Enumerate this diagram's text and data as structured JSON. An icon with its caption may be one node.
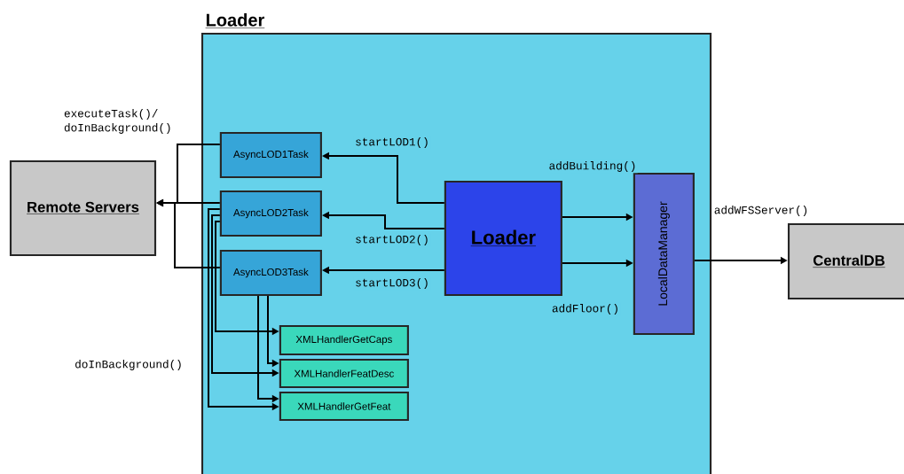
{
  "diagram": {
    "nodes": [
      {
        "text": [
          "Loader"
        ]
      },
      {
        "text": [
          "Remote Servers"
        ]
      },
      {
        "text": [
          "AsyncLOD1Task"
        ],
        "in": 0
      },
      {
        "text": [
          "AsyncLOD2Task"
        ],
        "in": 0
      },
      {
        "text": [
          "AsyncLOD3Task"
        ],
        "in": 0
      },
      {
        "text": [
          "Loader"
        ],
        "in": 0
      },
      {
        "text": [
          "LocalDataManager"
        ],
        "in": 0
      },
      {
        "text": [
          "XMLHandlerGetCaps"
        ],
        "in": 0
      },
      {
        "text": [
          "XMLHandlerFeatDesc"
        ],
        "in": 0
      },
      {
        "text": [
          "XMLHandlerGetFeat"
        ],
        "in": 0
      },
      {
        "text": [
          "CentralDB"
        ]
      }
    ],
    "edges": [
      {
        "from": 5,
        "to": 2,
        "arrow": "to",
        "label": "startLOD1()"
      },
      {
        "from": 5,
        "to": 3,
        "arrow": "to",
        "label": "startLOD2()"
      },
      {
        "from": 5,
        "to": 4,
        "arrow": "to",
        "label": "startLOD3()"
      },
      {
        "from": 2,
        "to": 1,
        "arrow": "to",
        "label": "executeTask()/ doInBackground()"
      },
      {
        "from": 3,
        "to": 1,
        "arrow": "to"
      },
      {
        "from": 4,
        "to": 1,
        "arrow": "to"
      },
      {
        "from": 3,
        "to": 7,
        "arrow": "to"
      },
      {
        "from": 3,
        "to": 8,
        "arrow": "to"
      },
      {
        "from": 3,
        "to": 9,
        "arrow": "to"
      },
      {
        "from": 4,
        "to": 8,
        "arrow": "to"
      },
      {
        "from": 4,
        "to": 9,
        "arrow": "to"
      },
      {
        "from": 5,
        "to": 6,
        "arrow": "to",
        "label": "addBuilding()"
      },
      {
        "from": 5,
        "to": 6,
        "arrow": "to",
        "label": "addFloor()"
      },
      {
        "from": 6,
        "to": 10,
        "arrow": "to",
        "label": "addWFSServer()"
      }
    ],
    "labels": [
      "doInBackground()"
    ]
  }
}
